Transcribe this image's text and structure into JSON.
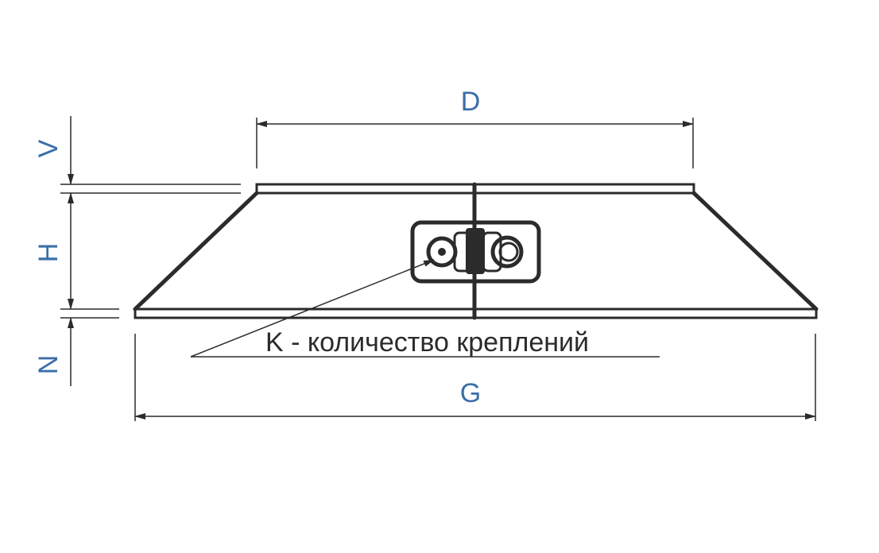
{
  "dimensions": {
    "D": "D",
    "G": "G",
    "V": "V",
    "H": "H",
    "N": "N"
  },
  "note": "K - количество креплений",
  "colors": {
    "label": "#3a6ea8",
    "line": "#2b2b2b"
  }
}
